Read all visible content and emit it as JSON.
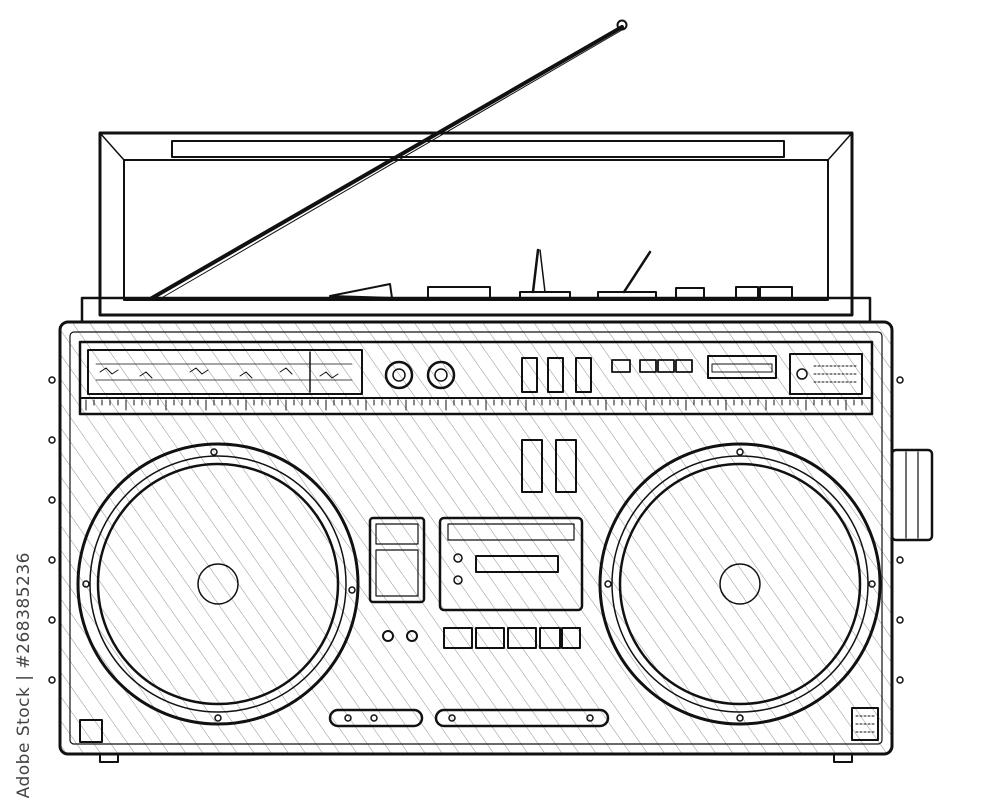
{
  "image": {
    "subject": "boombox-illustration",
    "style": "black-and-white-ink-drawing",
    "watermark_text": "Adobe Stock | #268385236",
    "colors": {
      "ink": "#111111",
      "paper": "#ffffff",
      "watermark": "#444444"
    }
  }
}
